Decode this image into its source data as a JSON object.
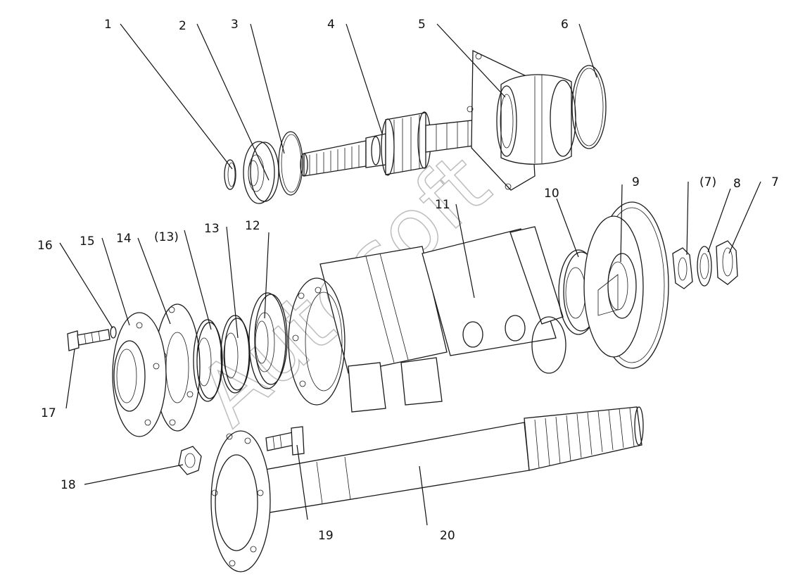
{
  "watermark": "Autosoft",
  "callouts": [
    {
      "id": "c1",
      "text": "1"
    },
    {
      "id": "c2",
      "text": "2"
    },
    {
      "id": "c3",
      "text": "3"
    },
    {
      "id": "c4",
      "text": "4"
    },
    {
      "id": "c5",
      "text": "5"
    },
    {
      "id": "c6",
      "text": "6"
    },
    {
      "id": "c7p",
      "text": "(7)"
    },
    {
      "id": "c8",
      "text": "8"
    },
    {
      "id": "c7",
      "text": "7"
    },
    {
      "id": "c9",
      "text": "9"
    },
    {
      "id": "c10",
      "text": "10"
    },
    {
      "id": "c11",
      "text": "11"
    },
    {
      "id": "c12",
      "text": "12"
    },
    {
      "id": "c13",
      "text": "13"
    },
    {
      "id": "c13p",
      "text": "(13)"
    },
    {
      "id": "c14",
      "text": "14"
    },
    {
      "id": "c15",
      "text": "15"
    },
    {
      "id": "c16",
      "text": "16"
    },
    {
      "id": "c17",
      "text": "17"
    },
    {
      "id": "c18",
      "text": "18"
    },
    {
      "id": "c19",
      "text": "19"
    },
    {
      "id": "c20",
      "text": "20"
    }
  ]
}
